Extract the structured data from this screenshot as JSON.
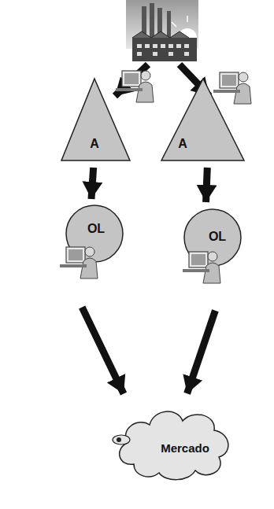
{
  "diagram": {
    "nodes": [
      {
        "text": [
          "A"
        ]
      },
      {
        "text": [
          "A"
        ]
      },
      {
        "text": [
          "OL"
        ]
      },
      {
        "text": [
          "OL"
        ]
      },
      {
        "text": [
          "Mercado"
        ]
      }
    ],
    "edges": [
      {
        "from": 0,
        "to": 2,
        "arrow": "to"
      },
      {
        "from": 1,
        "to": 3,
        "arrow": "to"
      },
      {
        "from": 2,
        "to": 4,
        "arrow": "to"
      },
      {
        "from": 3,
        "to": 4,
        "arrow": "to"
      }
    ]
  }
}
